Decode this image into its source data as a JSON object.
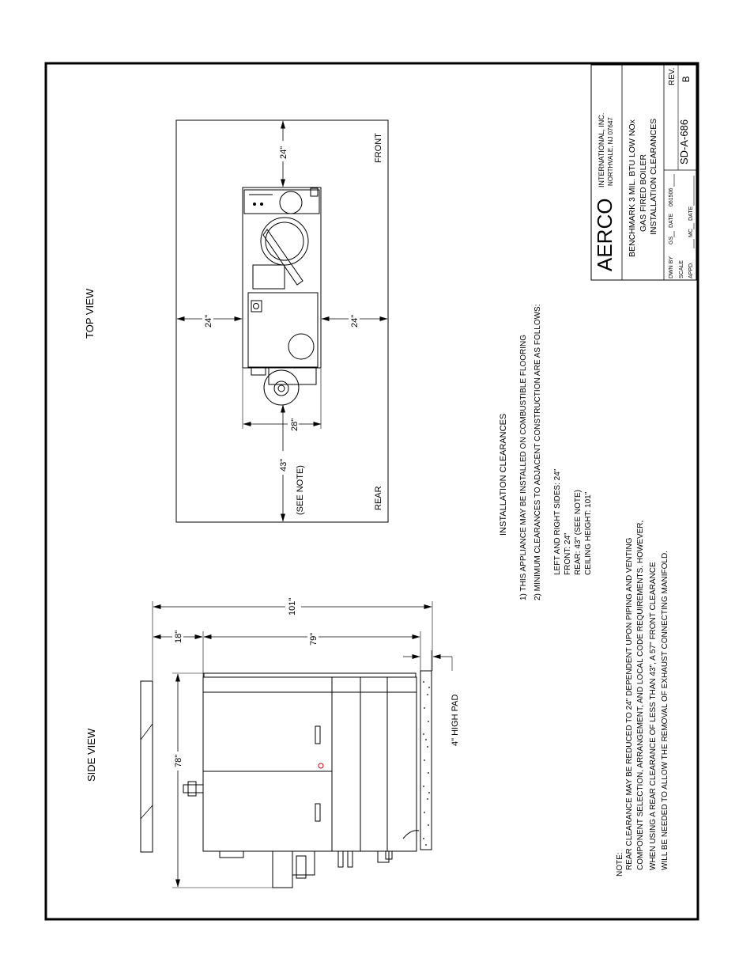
{
  "views": {
    "side_view_title": "SIDE VIEW",
    "top_view_title": "TOP VIEW"
  },
  "side_view": {
    "dim_overall": "101\"",
    "dim_rear": "18\"",
    "dim_length": "79\"",
    "dim_height": "78\"",
    "pad_label": "4\" HIGH PAD"
  },
  "top_view": {
    "dim_left": "24\"",
    "dim_right": "24\"",
    "dim_front": "24\"",
    "dim_rear": "43\"",
    "dim_rear_note": "(SEE NOTE)",
    "dim_width": "28\"",
    "label_front": "FRONT",
    "label_rear": "REAR"
  },
  "clearances": {
    "heading": "INSTALLATION CLEARANCES",
    "item1": "1) THIS APPLIANCE MAY BE INSTALLED ON COMBUSTIBLE FLOORING",
    "item2": "2) MINIMUM CLEARANCES TO ADJACENT CONSTRUCTION ARE AS FOLLOWS:",
    "list": [
      "LEFT AND RIGHT SIDES: 24\"",
      "FRONT: 24\"",
      "REAR: 43\" (SEE NOTE)",
      "CEILING HEIGHT: 101\""
    ]
  },
  "note": {
    "label": "NOTE:",
    "lines": [
      "REAR CLEARANCE MAY BE REDUCED TO 24\" DEPENDENT UPON PIPING AND VENTING",
      "COMPONENT SELECTION, ARRANGEMENT, AND LOCAL CODE REQUIREMENTS.  HOWEVER,",
      "WHEN USING A REAR CLEARANCE OF LESS THAN 43\", A 57\" FRONT CLEARANCE",
      "WILL BE NEEDED TO ALLOW THE REMOVAL OF EXHAUST CONNECTING MANIFOLD."
    ]
  },
  "title_block": {
    "company_logo": "AERCO",
    "company_name": "INTERNATIONAL, INC.",
    "company_address": "NORTHVALE, NJ  07647",
    "title_lines": [
      "BENCHMARK 3 MIL. BTU LOW NOx",
      "GAS FIRED BOILER",
      "INSTALLATION CLEARANCES"
    ],
    "dwn_by_label": "DWN BY",
    "dwn_by": "GS",
    "date_label": "DATE",
    "date": "061506",
    "scale_label": "SCALE",
    "appd_label": "APPD.",
    "appd": "MC",
    "date2_label": "DATE",
    "drawing_number": "SD-A-686",
    "rev_label": "REV.",
    "rev": "B"
  }
}
